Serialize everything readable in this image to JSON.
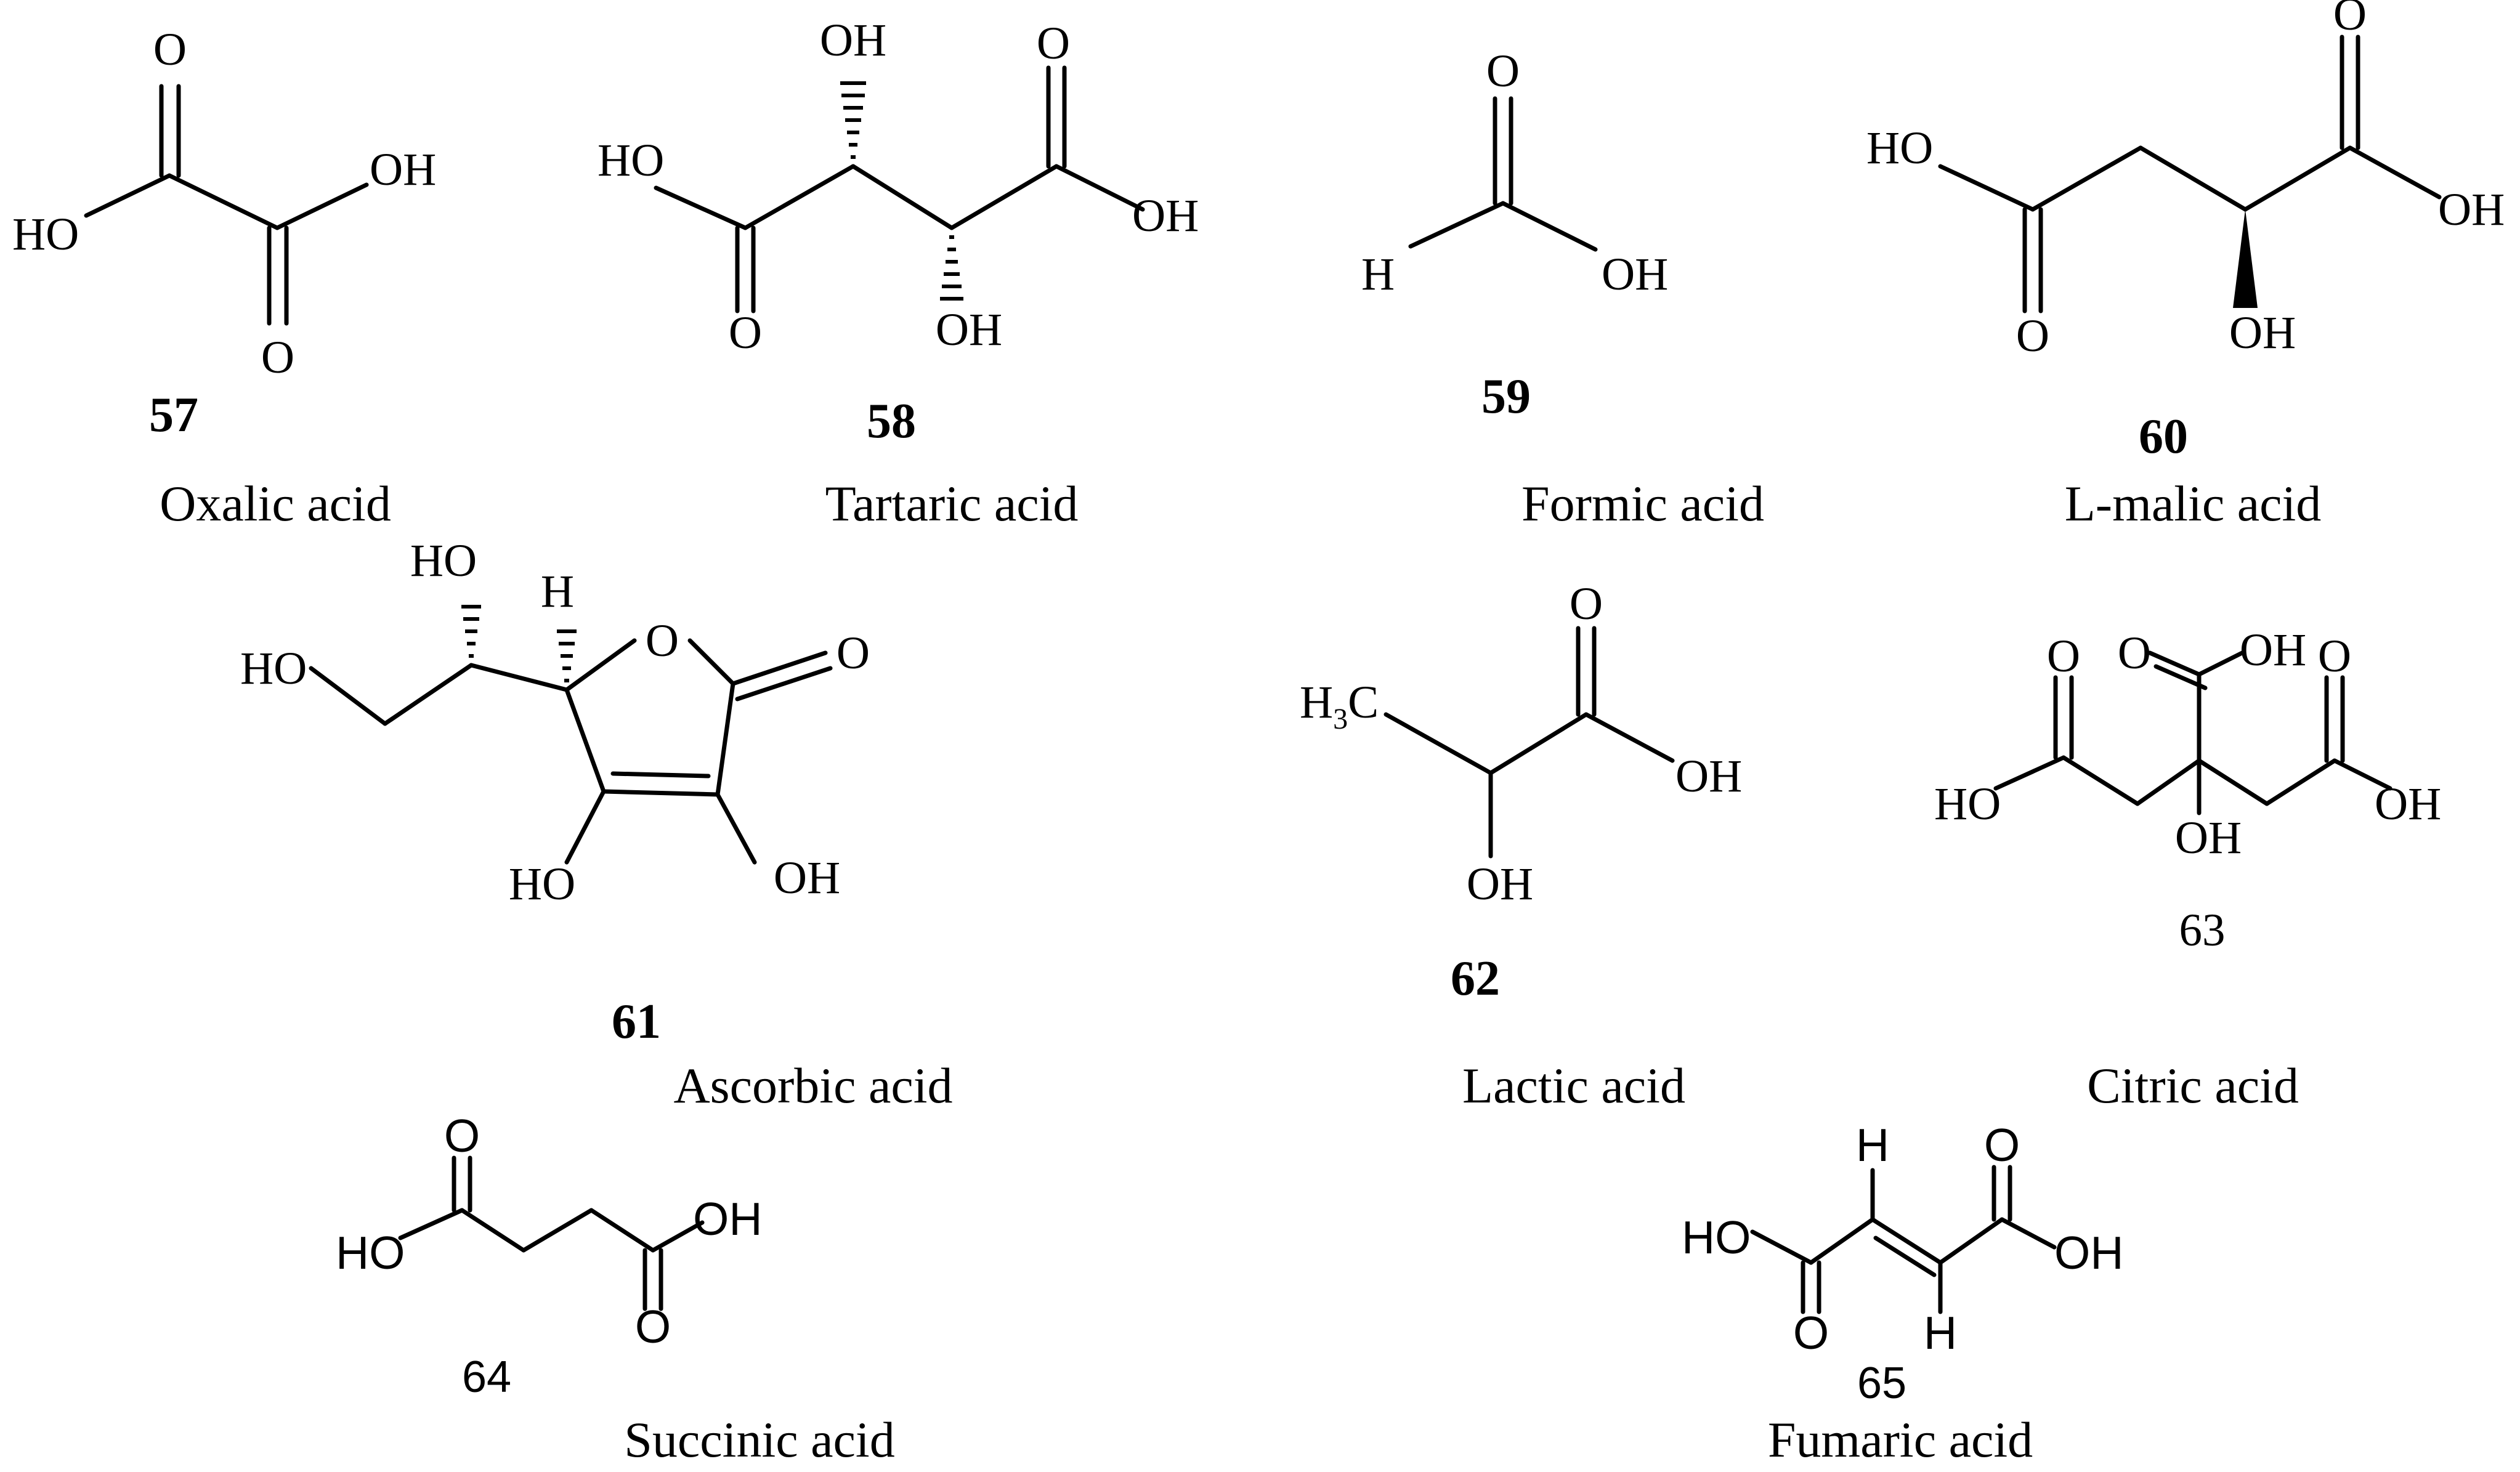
{
  "compounds": [
    {
      "number": "57",
      "name": "Oxalic acid"
    },
    {
      "number": "58",
      "name": "Tartaric acid"
    },
    {
      "number": "59",
      "name": "Formic acid"
    },
    {
      "number": "60",
      "name": "L-malic acid"
    },
    {
      "number": "61",
      "name": "Ascorbic acid"
    },
    {
      "number": "62",
      "name": "Lactic acid"
    },
    {
      "number": "63",
      "name": "Citric acid"
    },
    {
      "number": "64",
      "name": "Succinic acid"
    },
    {
      "number": "65",
      "name": "Fumaric acid"
    }
  ],
  "atom_labels": {
    "O": "O",
    "OH": "OH",
    "HO": "HO",
    "H": "H",
    "H3C_main": "H",
    "H3C_sub": "3",
    "H3C_tail": "C"
  }
}
